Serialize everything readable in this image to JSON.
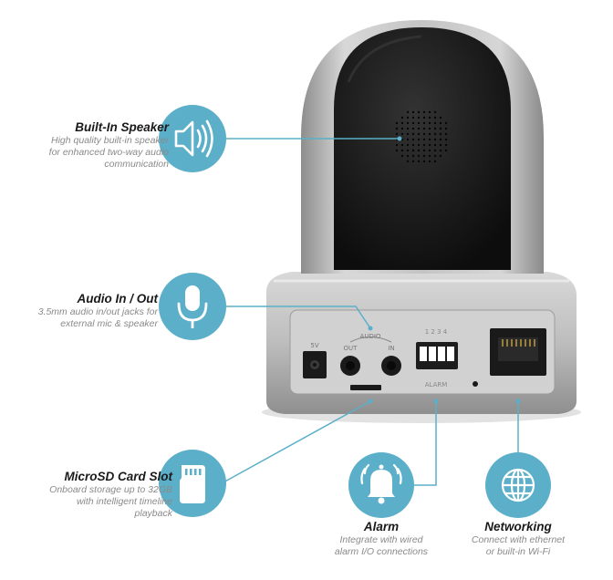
{
  "features": {
    "speaker": {
      "title": "Built-In Speaker",
      "desc_lines": [
        "High quality built-in speaker",
        "for enhanced two-way audio",
        "communication"
      ],
      "icon": "speaker-icon"
    },
    "audio": {
      "title": "Audio In / Out",
      "desc_lines": [
        "3.5mm audio in/out jacks for",
        "external mic & speaker"
      ],
      "icon": "microphone-icon"
    },
    "sd": {
      "title": "MicroSD Card Slot",
      "desc_lines": [
        "Onboard storage up to 32GB",
        "with intelligent timeline",
        "playback"
      ],
      "icon": "sd-card-icon"
    },
    "alarm": {
      "title": "Alarm",
      "desc_lines": [
        "Integrate with wired",
        "alarm I/O connections"
      ],
      "icon": "alarm-bell-icon"
    },
    "networking": {
      "title": "Networking",
      "desc_lines": [
        "Connect with ethernet",
        "or built-in Wi-Fi"
      ],
      "icon": "globe-icon"
    }
  },
  "ports": {
    "power": "5V",
    "audio_group": "AUDIO",
    "audio_out": "OUT",
    "audio_in": "IN",
    "alarm_pins": "1 2 3 4",
    "alarm": "ALARM"
  },
  "colors": {
    "accent": "#5cafc9",
    "body_silver": "#b8b8b8",
    "dome_black": "#1b1b1b"
  }
}
